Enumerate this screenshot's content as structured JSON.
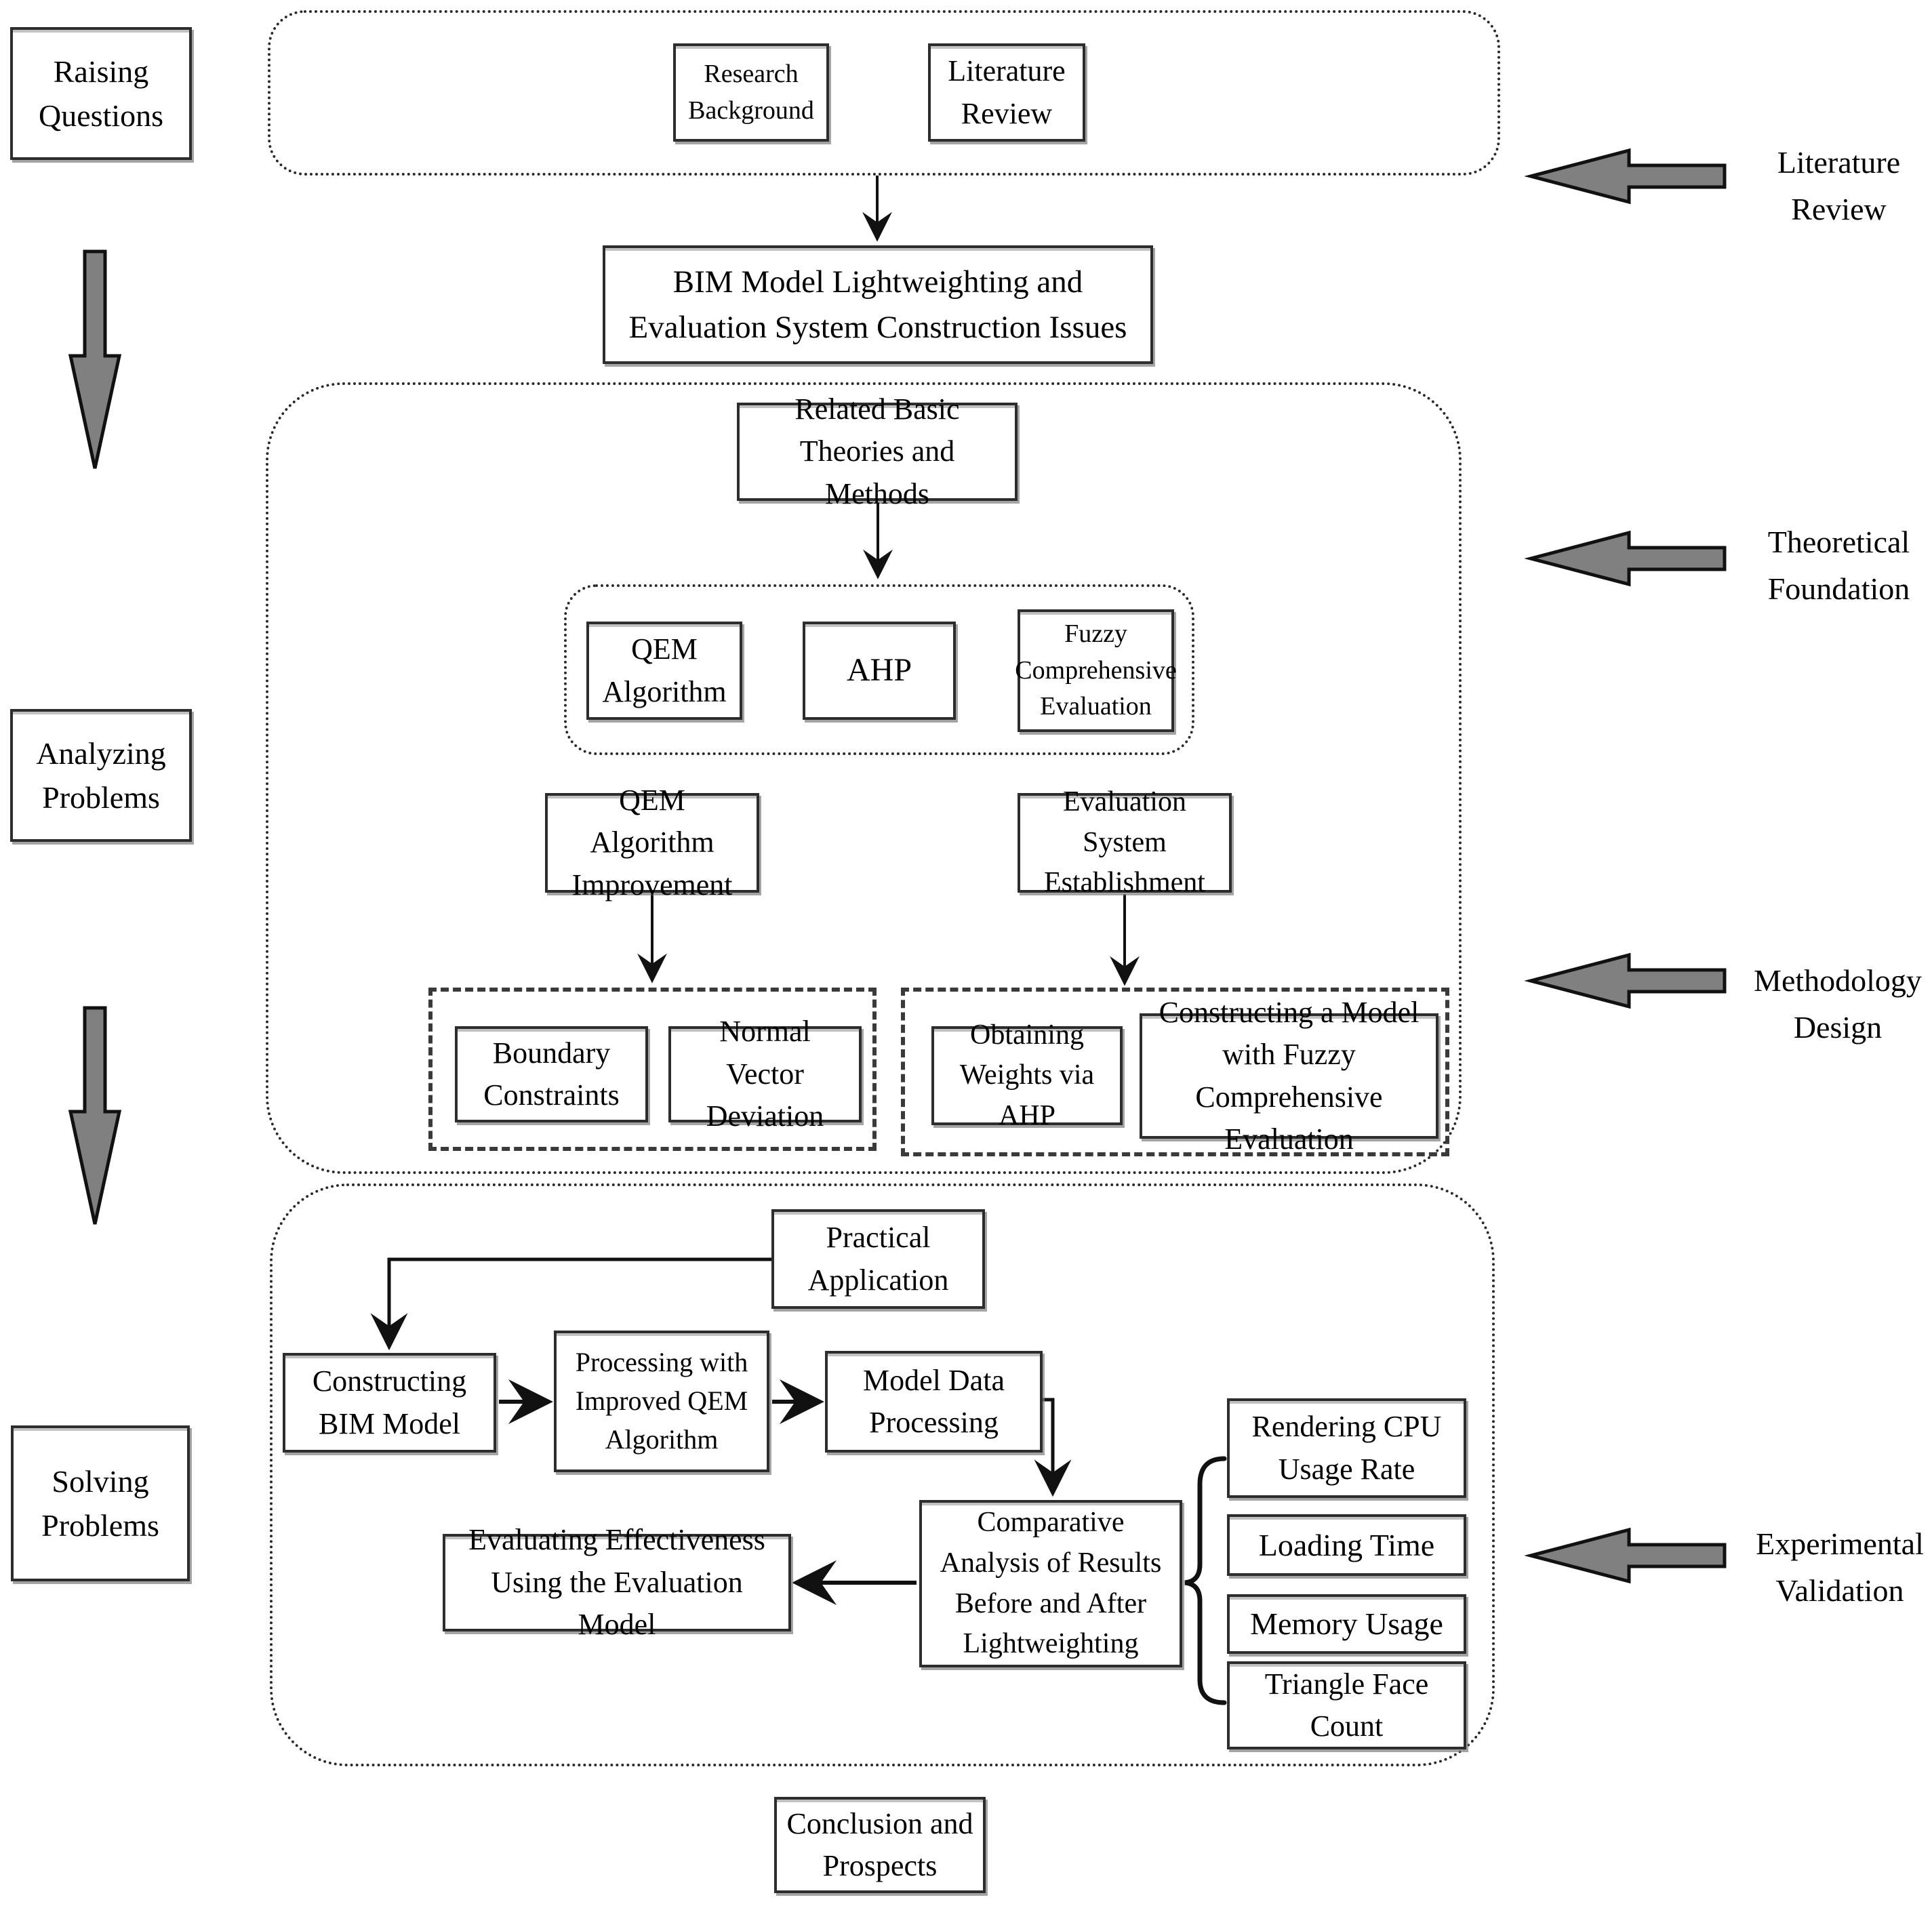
{
  "diagram_title": "Research methodology flowchart",
  "left_column": {
    "stages": [
      {
        "label": "Raising Questions"
      },
      {
        "label": "Analyzing Problems"
      },
      {
        "label": "Solving Problems"
      }
    ]
  },
  "right_column": {
    "labels": [
      "Literature Review",
      "Theoretical Foundation",
      "Methodology Design",
      "Experimental Validation"
    ]
  },
  "top_section": {
    "research_background": "Research Background",
    "literature_review": "Literature Review",
    "problem_statement": "BIM Model Lightweighting and Evaluation System Construction Issues"
  },
  "theory_section": {
    "related": "Related Basic Theories and Methods",
    "methods": [
      "QEM Algorithm",
      "AHP",
      "Fuzzy Comprehensive Evaluation"
    ],
    "qem_improvement": "QEM Algorithm Improvement",
    "eval_establishment": "Evaluation System Establishment",
    "qem_submethods": [
      "Boundary Constraints",
      "Normal Vector Deviation"
    ],
    "eval_submethods": [
      "Obtaining Weights via AHP",
      "Constructing a Model with Fuzzy Comprehensive Evaluation"
    ]
  },
  "application_section": {
    "practical": "Practical Application",
    "constructing_bim": "Constructing BIM Model",
    "processing": "Processing with Improved QEM Algorithm",
    "model_data": "Model Data Processing",
    "comparative": "Comparative Analysis of Results Before and After Lightweighting",
    "evaluating": "Evaluating Effectiveness Using the Evaluation Model",
    "metrics": [
      "Rendering CPU Usage Rate",
      "Loading Time",
      "Memory Usage",
      "Triangle Face Count"
    ]
  },
  "conclusion": "Conclusion and Prospects",
  "colors": {
    "block_arrow_fill": "#808080",
    "line_color": "#1a1a1a",
    "box_border": "#2d2d2d"
  }
}
